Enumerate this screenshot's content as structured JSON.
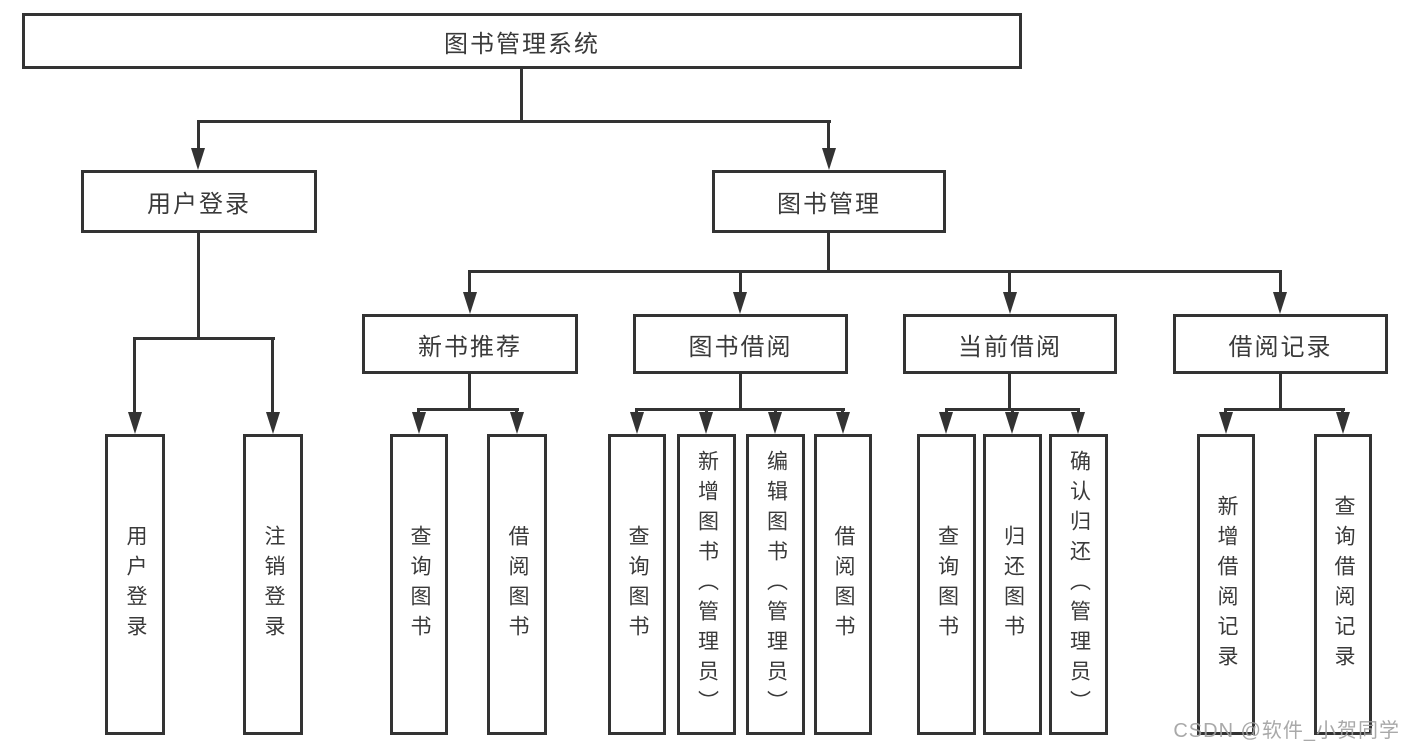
{
  "title": "图书管理系统",
  "colors": {
    "line": "#333333",
    "text": "#3a3a3a",
    "watermark": "#a0a0a0"
  },
  "nodes": {
    "root": "图书管理系统",
    "level2": [
      "用户登录",
      "图书管理"
    ],
    "level3": [
      "新书推荐",
      "图书借阅",
      "当前借阅",
      "借阅记录"
    ],
    "leaves_login": [
      "用户登录",
      "注销登录"
    ],
    "leaves_newbook": [
      "查询图书",
      "借阅图书"
    ],
    "leaves_borrow": [
      "查询图书",
      "新增图书（管理员）",
      "编辑图书（管理员）",
      "借阅图书"
    ],
    "leaves_current": [
      "查询图书",
      "归还图书",
      "确认归还（管理员）"
    ],
    "leaves_records": [
      "新增借阅记录",
      "查询借阅记录"
    ]
  },
  "watermark": {
    "text": "CSDN @软件_小贺同学"
  }
}
